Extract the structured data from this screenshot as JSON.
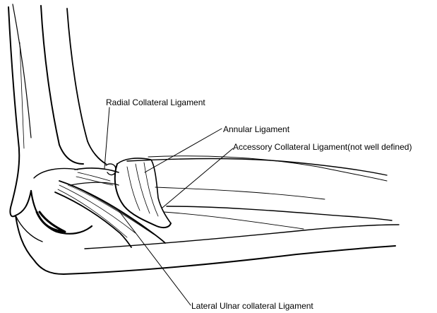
{
  "labels": {
    "radial_collateral": "Radial Collateral Ligament",
    "annular": "Annular Ligament",
    "accessory_collateral": "Accessory Collateral Ligament(not well defined)",
    "lateral_ulnar_collateral": "Lateral Ulnar collateral Ligament"
  },
  "colors": {
    "ink": "#000000",
    "background": "#ffffff"
  }
}
